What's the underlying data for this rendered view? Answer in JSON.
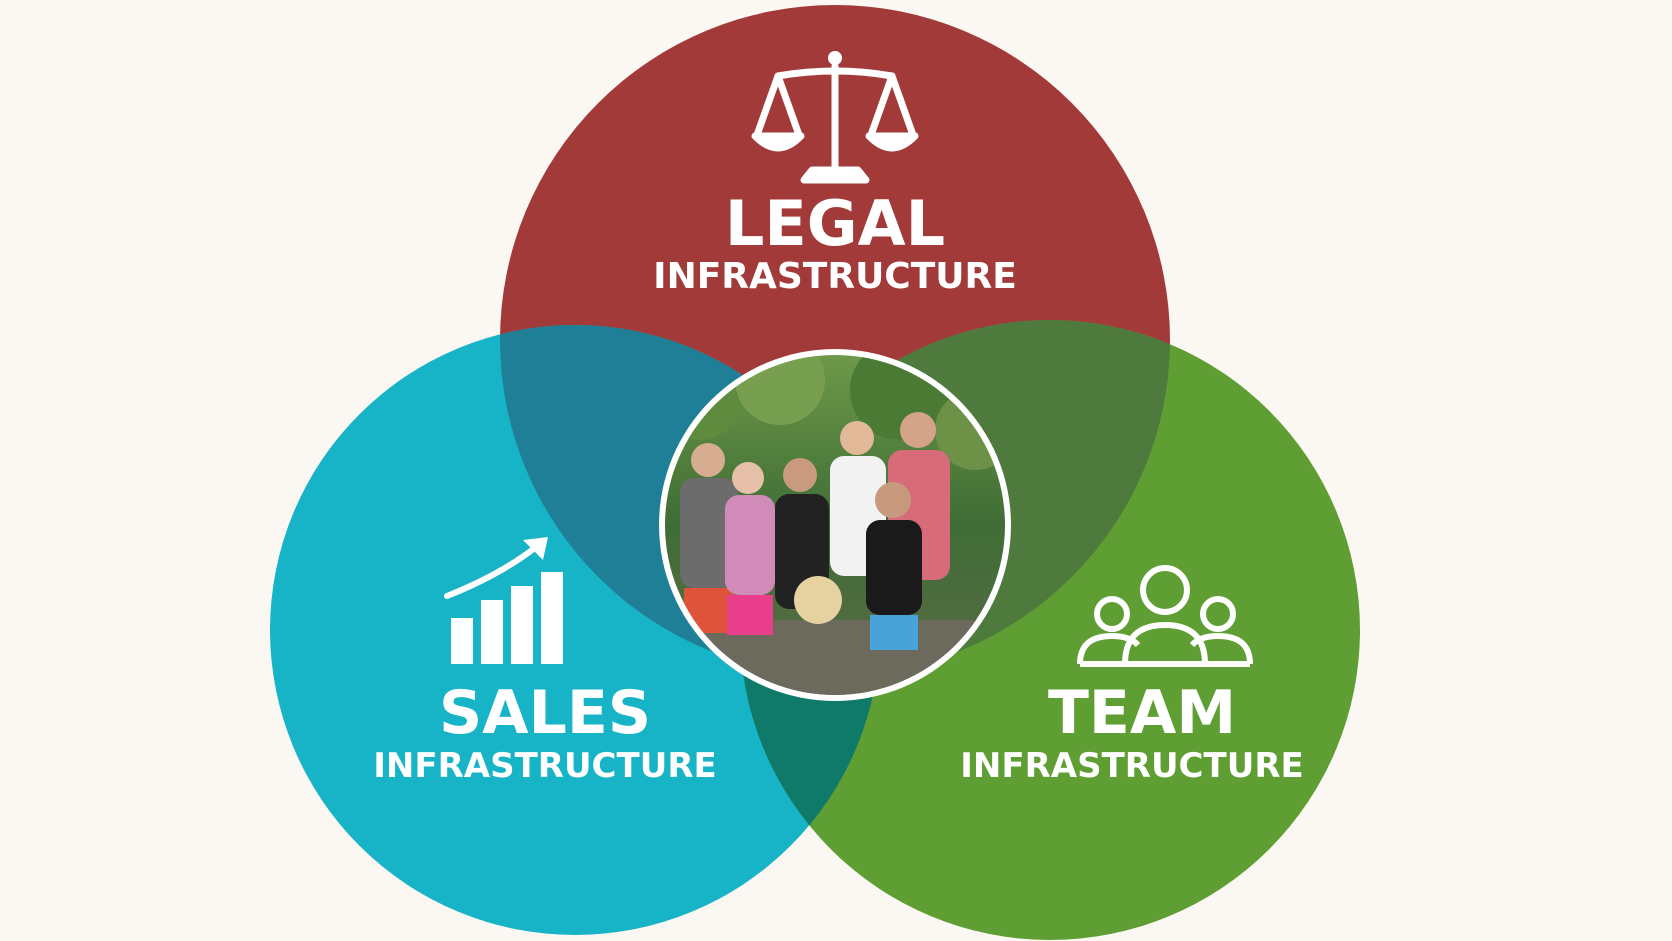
{
  "colors": {
    "background": "#fbf8f3",
    "legal": "#a23a3a",
    "sales": "#17b3c6",
    "team": "#5e9e33",
    "legal_sales_overlap": "#1f7f97",
    "legal_team_overlap": "#4f7a3e",
    "sales_team_overlap": "#0f7a6a"
  },
  "circles": {
    "legal": {
      "title": "LEGAL",
      "subtitle": "INFRASTRUCTURE",
      "icon": "scales-of-justice-icon"
    },
    "sales": {
      "title": "SALES",
      "subtitle": "INFRASTRUCTURE",
      "icon": "growth-bar-chart-icon"
    },
    "team": {
      "title": "TEAM",
      "subtitle": "INFRASTRUCTURE",
      "icon": "people-group-icon"
    }
  },
  "center": {
    "content": "family-group-photo"
  }
}
